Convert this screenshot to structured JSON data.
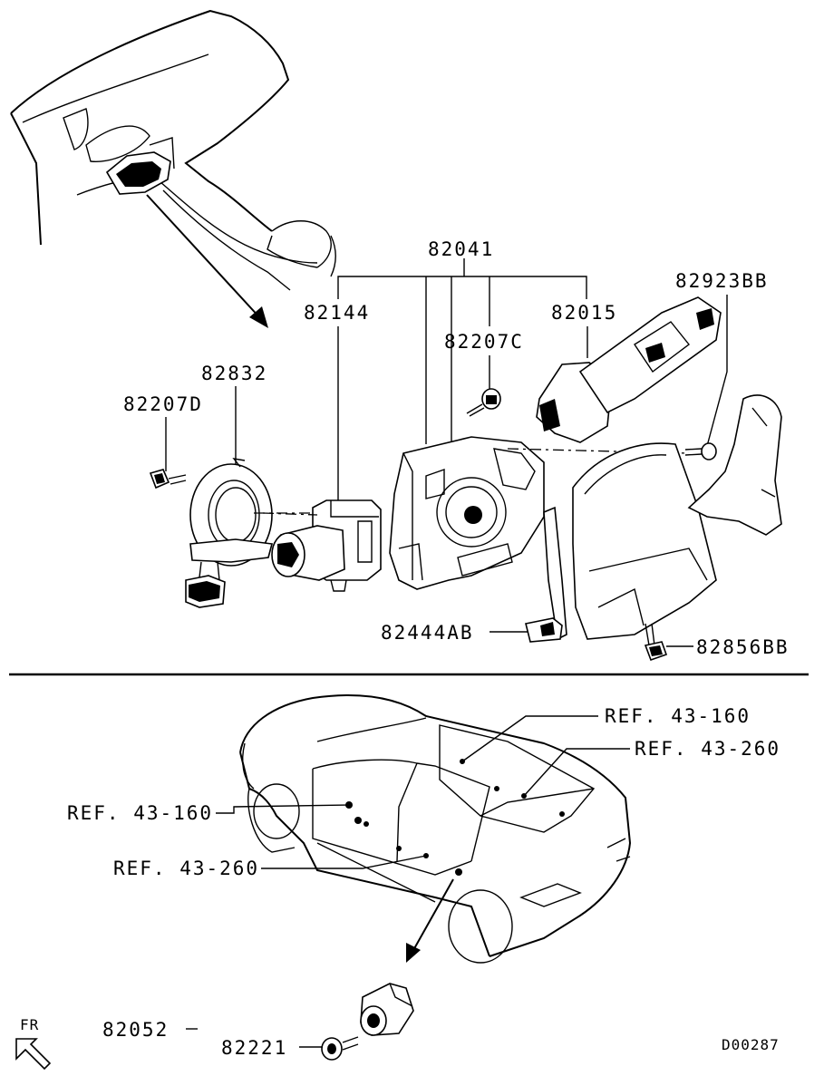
{
  "labels": {
    "p82041": "82041",
    "p82144": "82144",
    "p82015": "82015",
    "p82207C": "82207C",
    "p82923BB": "82923BB",
    "p82832": "82832",
    "p82207D": "82207D",
    "p82444AB": "82444AB",
    "p82856BB": "82856BB",
    "ref_43_160_right": "REF. 43-160",
    "ref_43_260_right": "REF. 43-260",
    "ref_43_160_left": "REF. 43-160",
    "ref_43_260_left": "REF. 43-260",
    "p82052": "82052",
    "p82221": "82221",
    "fr": "FR",
    "drawing_id": "D00287"
  }
}
